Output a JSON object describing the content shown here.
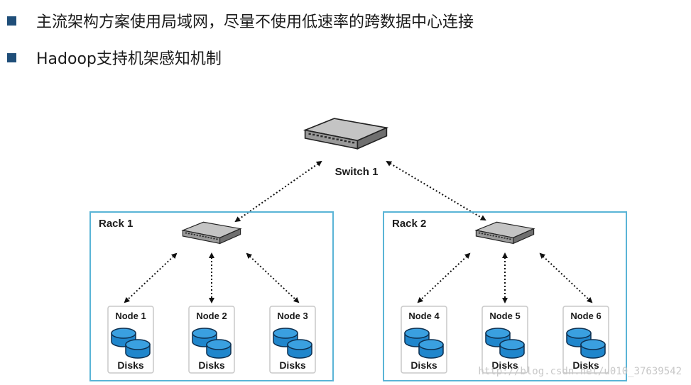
{
  "bullets": [
    {
      "text": "主流架构方案使用局域网，尽量不使用低速率的跨数据中心连接"
    },
    {
      "text": "Hadoop支持机架感知机制"
    }
  ],
  "diagram": {
    "switch": {
      "label": "Switch 1"
    },
    "racks": [
      {
        "label": "Rack 1",
        "nodes": [
          {
            "label": "Node 1",
            "disk_label": "Disks"
          },
          {
            "label": "Node 2",
            "disk_label": "Disks"
          },
          {
            "label": "Node 3",
            "disk_label": "Disks"
          }
        ]
      },
      {
        "label": "Rack 2",
        "nodes": [
          {
            "label": "Node 4",
            "disk_label": "Disks"
          },
          {
            "label": "Node 5",
            "disk_label": "Disks"
          },
          {
            "label": "Node 6",
            "disk_label": "Disks"
          }
        ]
      }
    ],
    "watermark": "http://blog.csdn.net/u010_37639542",
    "colors": {
      "rack_border": "#5ab4d6",
      "node_border": "#c9c9c9",
      "disk_fill": "#1f86cc",
      "switch_fill": "#9a9a9a"
    }
  }
}
